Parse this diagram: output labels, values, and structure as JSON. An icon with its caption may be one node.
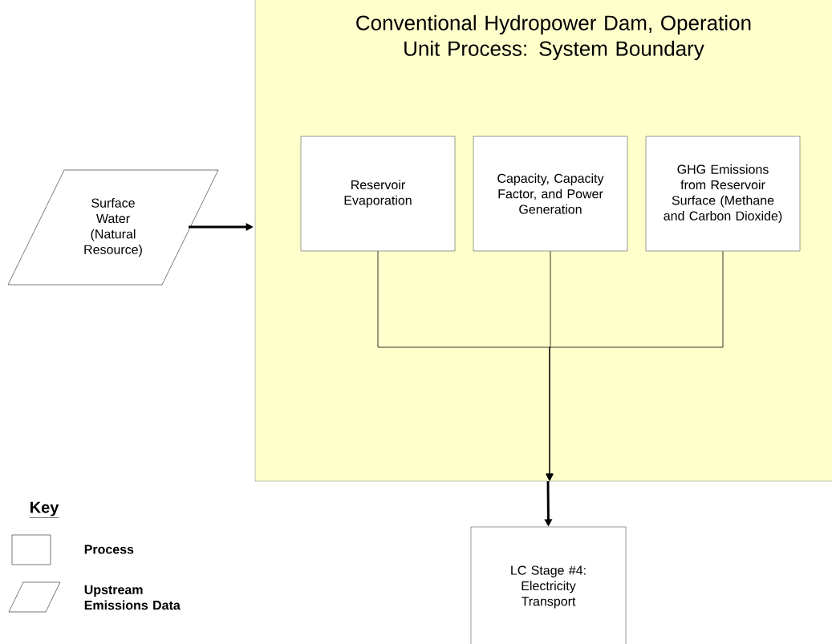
{
  "diagram": {
    "nodes": [
      {
        "text": [
          "Conventional Hydropower Dam, Operation Unit Process: System Boundary"
        ]
      },
      {
        "text": [
          "Reservoir Evaporation"
        ],
        "in": 0
      },
      {
        "text": [
          "Capacity, Capacity Factor, and Power Generation"
        ],
        "in": 0
      },
      {
        "text": [
          "GHG Emissions from Reservoir Surface (Methane and Carbon Dioxide)"
        ],
        "in": 0
      },
      {
        "text": [
          "Surface Water (Natural Resource)"
        ]
      },
      {
        "text": [
          "LC Stage #4: Electricity Transport"
        ]
      }
    ],
    "edges": [
      {
        "from": 1,
        "to": 0,
        "arrow": "to"
      },
      {
        "from": 2,
        "to": 0,
        "arrow": "to"
      },
      {
        "from": 3,
        "to": 0,
        "arrow": "to"
      },
      {
        "from": 4,
        "to": 0,
        "arrow": "to",
        "style": "thick"
      },
      {
        "from": 0,
        "to": 5,
        "arrow": "to",
        "style": "thick"
      }
    ],
    "labels": [
      "Key"
    ],
    "legend": [
      {
        "text": "Process"
      },
      {
        "text": "Upstream Emissions Data"
      }
    ]
  }
}
